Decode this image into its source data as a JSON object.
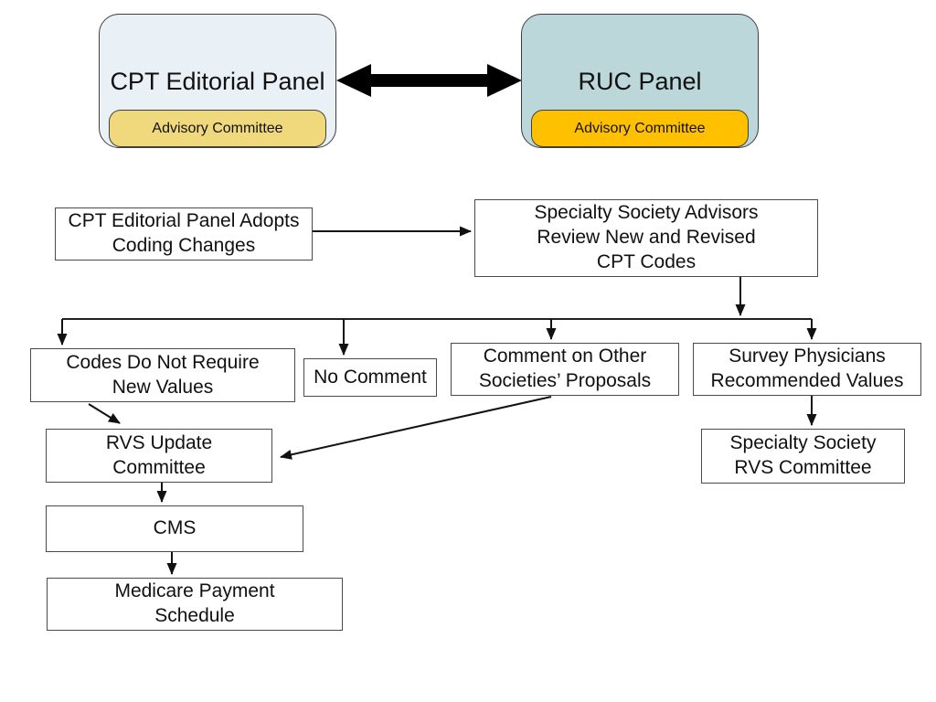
{
  "canvas": {
    "background": "#ffffff"
  },
  "colors": {
    "cpt_panel_fill": "#e9f1f6",
    "ruc_panel_fill": "#bcd7da",
    "cpt_advisory_fill": "#f0d87c",
    "ruc_advisory_fill": "#ffc000",
    "box_fill": "#ffffff",
    "outline": "#3f3f3f",
    "arrow": "#111111"
  },
  "panels": {
    "cpt": {
      "title": "CPT Editorial Panel",
      "advisory": "Advisory Committee"
    },
    "ruc": {
      "title": "RUC Panel",
      "advisory": "Advisory Committee"
    }
  },
  "nodes": {
    "adopts": {
      "label": "CPT Editorial Panel Adopts\nCoding Changes"
    },
    "advisors": {
      "label": "Specialty Society Advisors\nReview New and Revised\nCPT Codes"
    },
    "no_new_values": {
      "label": "Codes Do Not Require\nNew Values"
    },
    "no_comment": {
      "label": "No Comment"
    },
    "comment_other": {
      "label": "Comment on Other\nSocieties’ Proposals"
    },
    "survey": {
      "label": "Survey Physicians\nRecommended Values"
    },
    "rvs_update": {
      "label": "RVS Update\nCommittee"
    },
    "cms": {
      "label": "CMS"
    },
    "medicare": {
      "label": "Medicare Payment\nSchedule"
    },
    "ss_rvs": {
      "label": "Specialty Society\nRVS Committee"
    }
  },
  "connections": [
    {
      "from": "cpt-editorial-panel",
      "to": "ruc-panel",
      "style": "thick-double-arrow"
    },
    {
      "from": "adopts",
      "to": "advisors"
    },
    {
      "from": "advisors",
      "to": "branch-line"
    },
    {
      "from": "branch-line",
      "to": "no_new_values"
    },
    {
      "from": "branch-line",
      "to": "no_comment"
    },
    {
      "from": "branch-line",
      "to": "comment_other"
    },
    {
      "from": "branch-line",
      "to": "survey"
    },
    {
      "from": "no_new_values",
      "to": "rvs_update"
    },
    {
      "from": "comment_other",
      "to": "rvs_update"
    },
    {
      "from": "survey",
      "to": "ss_rvs"
    },
    {
      "from": "rvs_update",
      "to": "cms"
    },
    {
      "from": "cms",
      "to": "medicare"
    }
  ]
}
